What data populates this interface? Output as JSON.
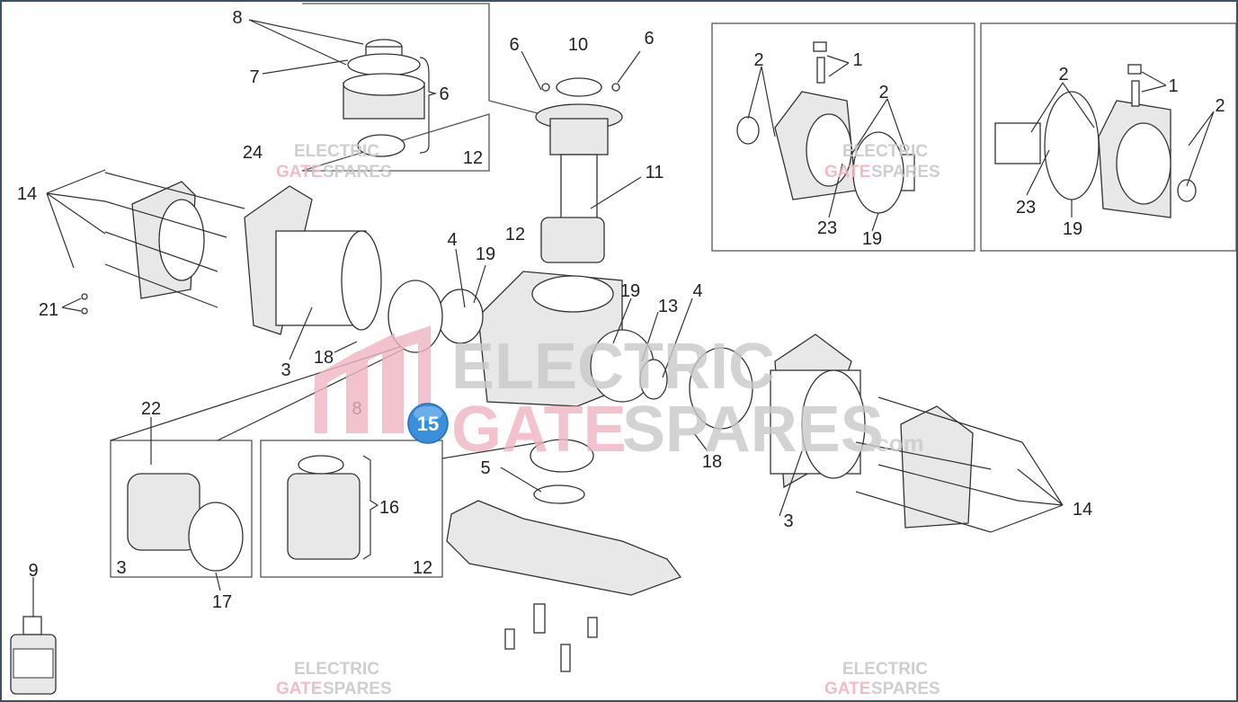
{
  "diagram": {
    "callouts": [
      "8",
      "7",
      "6",
      "24",
      "12",
      "6",
      "10",
      "6",
      "11",
      "14",
      "21",
      "4",
      "19",
      "12",
      "19",
      "13",
      "4",
      "3",
      "18",
      "22",
      "8",
      "16",
      "12",
      "3",
      "17",
      "5",
      "18",
      "3",
      "14",
      "9",
      "2",
      "1",
      "2",
      "23",
      "19",
      "2",
      "1",
      "2",
      "23",
      "19"
    ],
    "badge": "15",
    "watermark": {
      "line1": "ELECTRIC",
      "line2a": "GATE",
      "line2b": "SPARES",
      "suffix": ".com"
    },
    "colors": {
      "badge": "#3a8fdc",
      "border": "#3d5166",
      "watermark_pink": "#f0b5c0",
      "watermark_gray": "#c9c9c9"
    }
  }
}
